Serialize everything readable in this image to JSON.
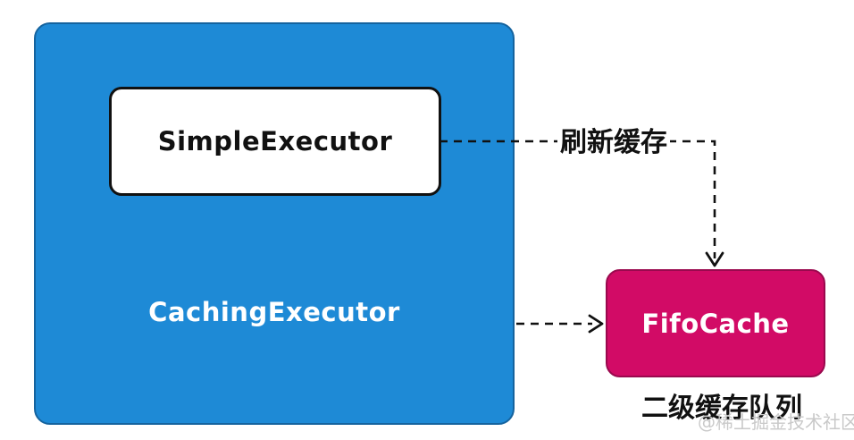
{
  "diagram": {
    "caching_executor": {
      "label": "CachingExecutor"
    },
    "simple_executor": {
      "label": "SimpleExecutor"
    },
    "fifo_cache": {
      "label": "FifoCache",
      "caption": "二级缓存队列"
    },
    "edges": [
      {
        "from": "SimpleExecutor",
        "to": "FifoCache",
        "label": "刷新缓存",
        "style": "dashed-arrow"
      },
      {
        "from": "CachingExecutor",
        "to": "FifoCache",
        "label": "",
        "style": "dashed-arrow"
      }
    ]
  },
  "watermark": {
    "text": "@稀土掘金技术社区"
  },
  "colors": {
    "executor_fill": "#1E8AD6",
    "executor_border": "#15639E",
    "cache_fill": "#D20B66",
    "cache_border": "#9A094E",
    "connector": "#111111",
    "watermark": "#C9C9C9"
  }
}
